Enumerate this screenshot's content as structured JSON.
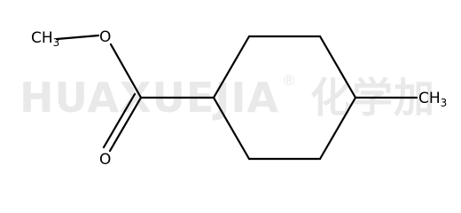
{
  "watermark": {
    "brand": "HUAXUEJIA",
    "registered_mark": "®",
    "chinese": "化学加"
  },
  "atoms": {
    "methyl_ester_prefix": "CH",
    "methyl_ester_sub": "3",
    "ester_oxygen": "O",
    "carbonyl_oxygen": "O",
    "ring_methyl_prefix": "CH",
    "ring_methyl_sub": "3"
  },
  "colors": {
    "bond": "#000000",
    "watermark": "#e9e9e9"
  }
}
